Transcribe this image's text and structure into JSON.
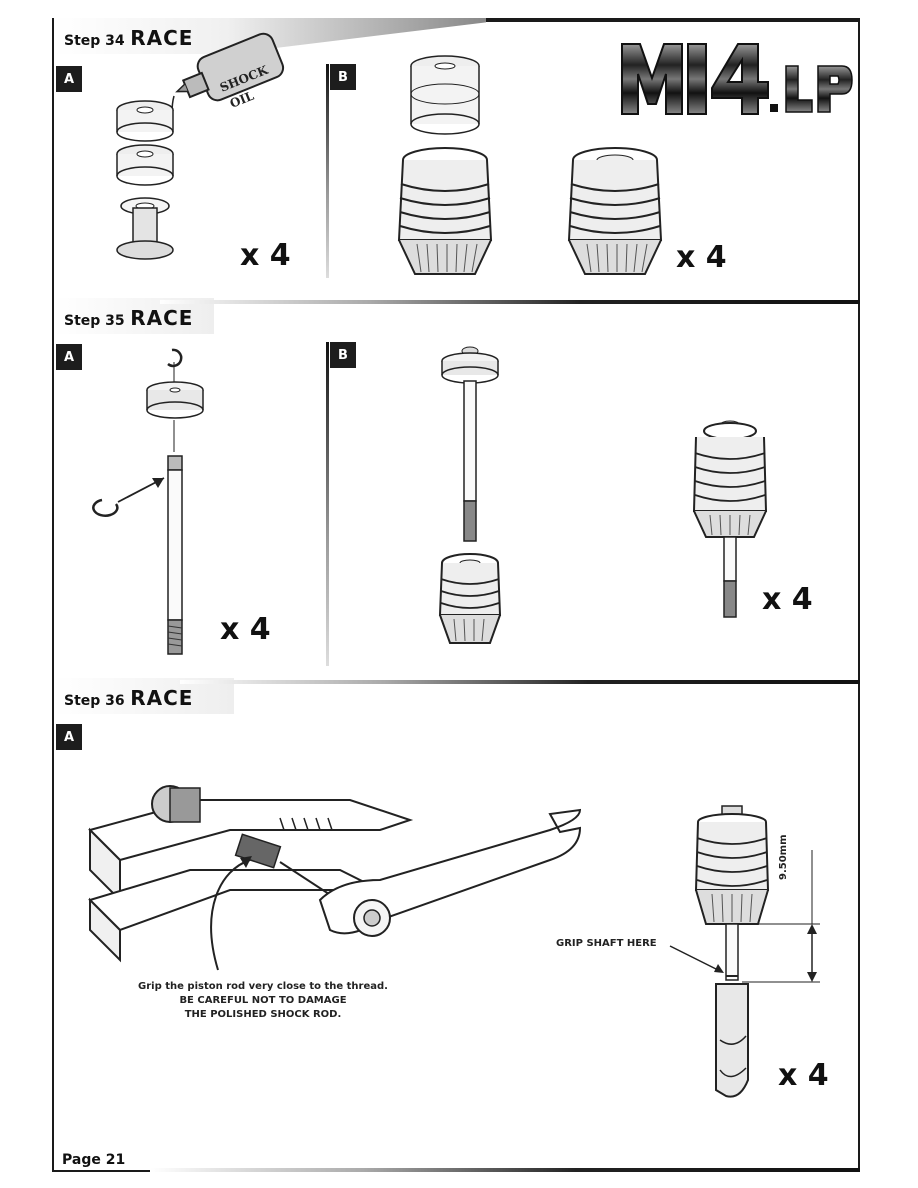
{
  "steps": [
    {
      "prefix": "Step 34",
      "title": "RACE"
    },
    {
      "prefix": "Step 35",
      "title": "RACE"
    },
    {
      "prefix": "Step 36",
      "title": "RACE"
    }
  ],
  "badges": {
    "a": "A",
    "b": "B"
  },
  "quantities": {
    "q1": "x 4",
    "q2": "x 4",
    "q3": "x 4",
    "q4": "x 4",
    "q5": "x 4"
  },
  "labels": {
    "shock_oil_line1": "SHOCK",
    "shock_oil_line2": "OIL",
    "grip_note_line1": "Grip the piston rod very close to the thread.",
    "grip_note_line2": "BE CAREFUL NOT TO DAMAGE",
    "grip_note_line3": "THE POLISHED SHOCK ROD.",
    "grip_shaft": "GRIP SHAFT HERE",
    "dimension": "9.50mm"
  },
  "page": "Page 21"
}
